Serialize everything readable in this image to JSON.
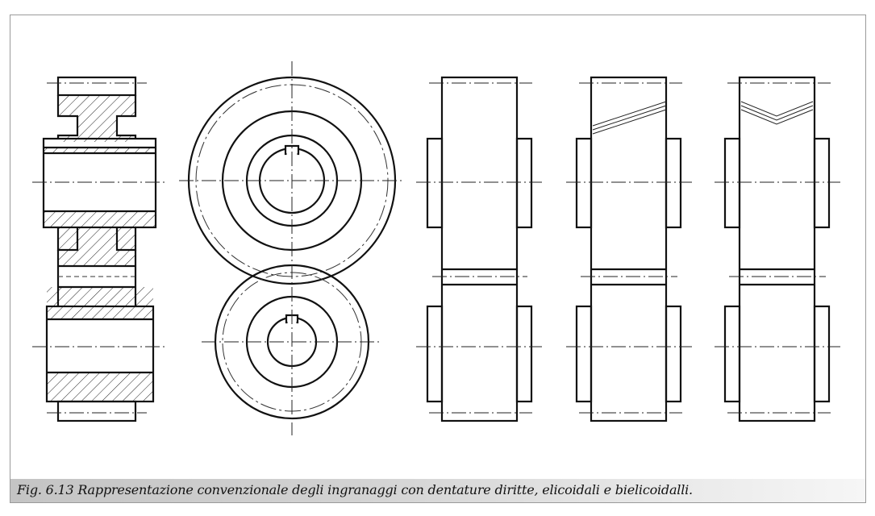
{
  "figure": {
    "caption": "Fig. 6.13  Rappresentazione convenzionale degli ingranaggi con dentature diritte, elicoidali e bielicoidalli."
  },
  "views": [
    {
      "name": "section-view",
      "kind": "sectional"
    },
    {
      "name": "front-view",
      "kind": "circles"
    },
    {
      "name": "spur-side-view",
      "teeth": "straight"
    },
    {
      "name": "helical-side-view",
      "teeth": "helical"
    },
    {
      "name": "double-helical-side-view",
      "teeth": "double-helical"
    }
  ],
  "colors": {
    "line": "#111111",
    "caption_band": "#d0d0d0",
    "frame": "#9a9a9a"
  }
}
